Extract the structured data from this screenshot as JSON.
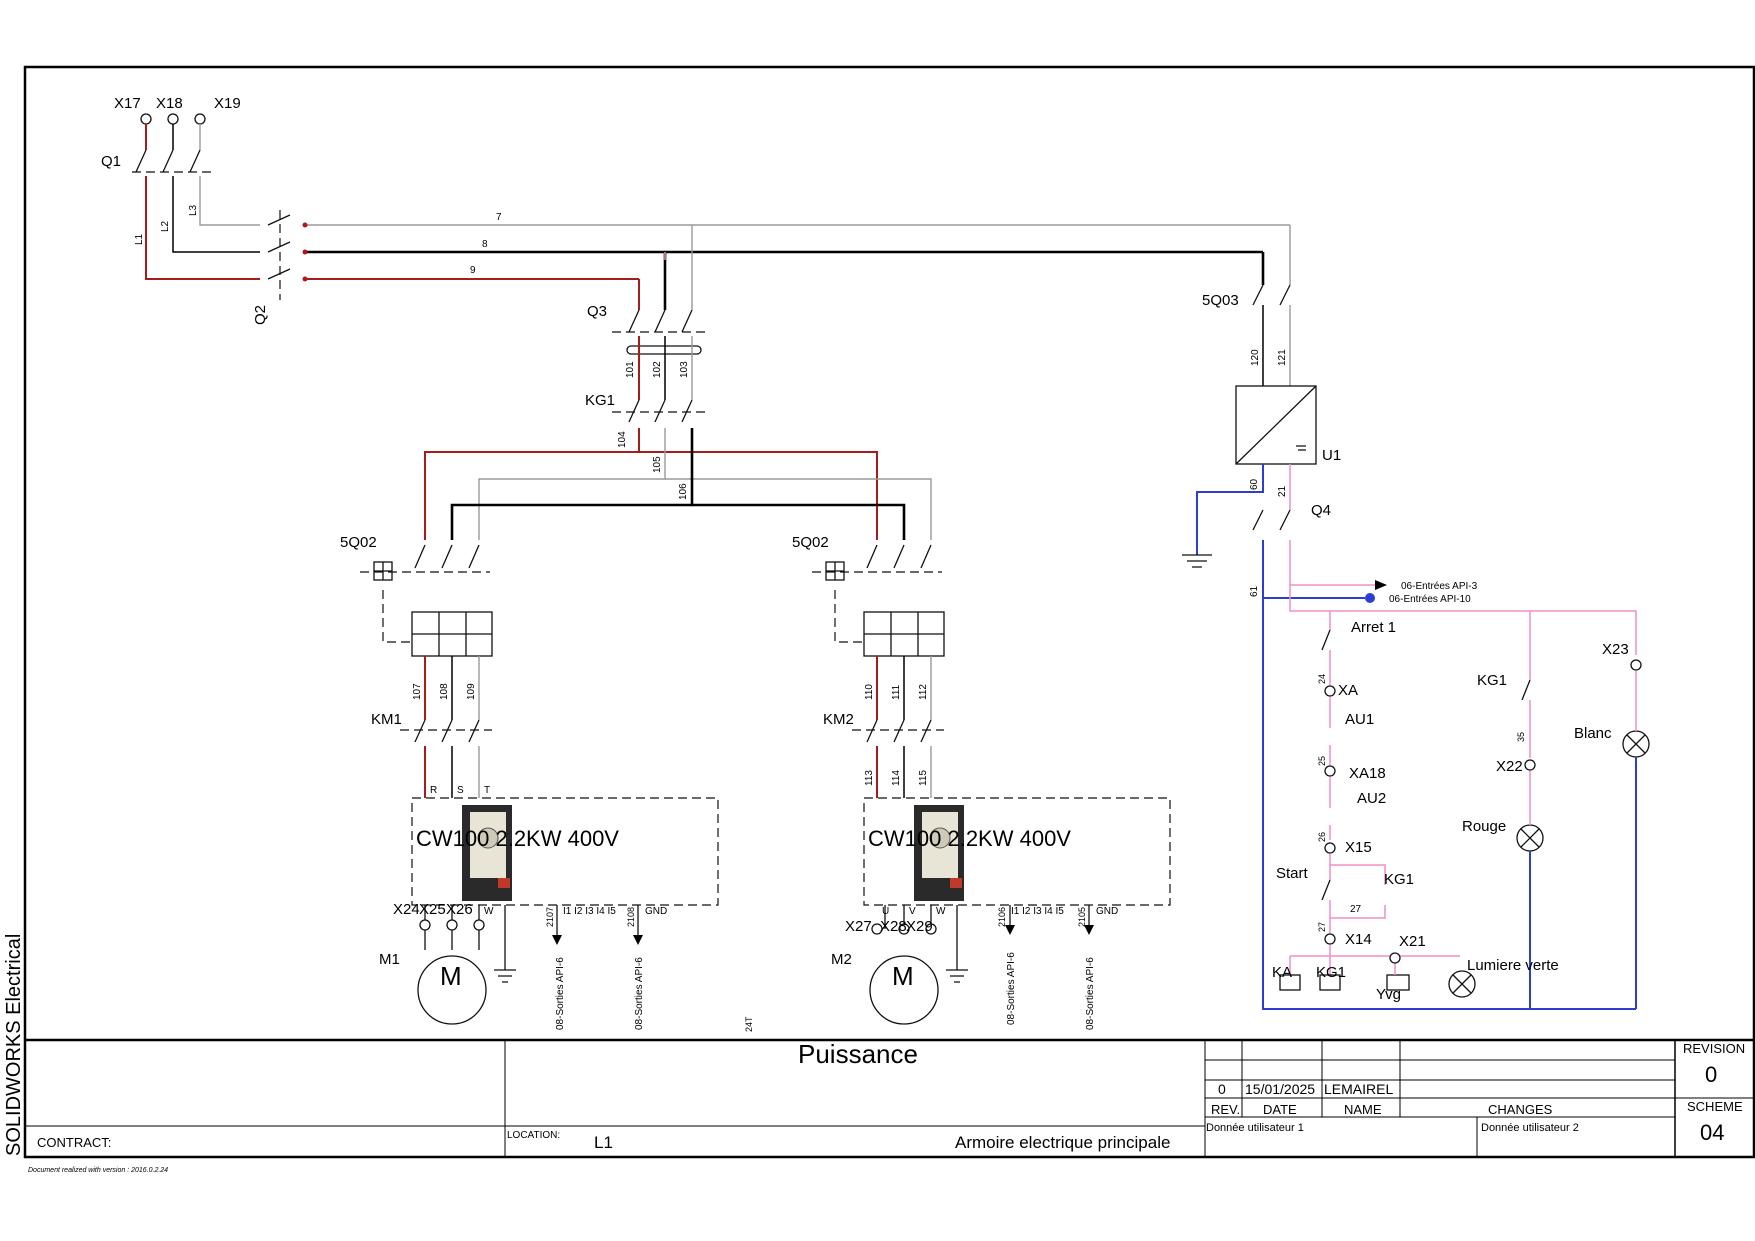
{
  "side_title": "SOLIDWORKS Electrical",
  "footer_version": "Document realized with version : 2016.0.2.24",
  "title_block": {
    "title": "Puissance",
    "contract_label": "CONTRACT:",
    "location_label": "LOCATION:",
    "location_value": "L1",
    "description": "Armoire electrique principale",
    "rev_value": "0",
    "date_value": "15/01/2025",
    "name_value": "LEMAIREL",
    "rev_header": "REV.",
    "date_header": "DATE",
    "name_header": "NAME",
    "changes_header": "CHANGES",
    "user_data_1": "Donnée utilisateur 1",
    "user_data_2": "Donnée utilisateur 2",
    "revision_label": "REVISION",
    "revision_value": "0",
    "scheme_label": "SCHEME",
    "scheme_value": "04"
  },
  "components": {
    "x17": "X17",
    "x18": "X18",
    "x19": "X19",
    "q1": "Q1",
    "q2": "Q2",
    "q3": "Q3",
    "q4": "Q4",
    "kg1_main": "KG1",
    "kg1_ctrl_a": "KG1",
    "kg1_ctrl_b": "KG1",
    "kg1_coil": "KG1",
    "sq02_a": "5Q02",
    "sq02_b": "5Q02",
    "sq03": "5Q03",
    "km1": "KM1",
    "km2": "KM2",
    "u1": "U1",
    "m1": "M1",
    "m2": "M2",
    "motor_symbol_1": "M",
    "motor_symbol_2": "M",
    "drive_1": "CW100 2.2KW 400V",
    "drive_2": "CW100 2.2KW 400V",
    "x24": "X24",
    "x25": "X25",
    "x26": "X26",
    "x27": "X27",
    "x28": "X28",
    "x29": "X29",
    "arret": "Arret 1",
    "xa": "XA",
    "au1": "AU1",
    "xa18": "XA18",
    "au2": "AU2",
    "x15": "X15",
    "start": "Start",
    "x14": "X14",
    "x21": "X21",
    "x22": "X22",
    "x23": "X23",
    "ka": "KA",
    "yvg": "Yvg",
    "lamp_green": "Lumiere verte",
    "lamp_red": "Rouge",
    "lamp_white": "Blanc",
    "api_in_3": "06-Entrées API-3",
    "api_in_10": "06-Entrées API-10",
    "api_out_1": "08-Sorties API-6",
    "api_out_2": "08-Sorties API-6",
    "api_out_3": "08-Sorties API-6",
    "api_out_4": "08-Sorties API-6",
    "phase_l1": "L1",
    "phase_l2": "L2",
    "phase_l3": "L3"
  },
  "wire_numbers": {
    "w7": "7",
    "w8": "8",
    "w9": "9",
    "w101": "101",
    "w102": "102",
    "w103": "103",
    "w104": "104",
    "w105": "105",
    "w106": "106",
    "w107": "107",
    "w108": "108",
    "w109": "109",
    "w110": "110",
    "w111": "111",
    "w112": "112",
    "w113": "113",
    "w114": "114",
    "w115": "115",
    "w120": "120",
    "w121": "121",
    "w60": "60",
    "w21": "21",
    "w61": "61",
    "w24": "24",
    "w25": "25",
    "w26": "26",
    "w27a": "27",
    "w27b": "27",
    "w35": "35",
    "w2107": "2107",
    "w2108": "2108",
    "w2106": "2106",
    "w2105": "2105",
    "w24t": "24T"
  },
  "drive_terminals": {
    "r": "R",
    "s": "S",
    "t": "T",
    "u": "U",
    "v": "V",
    "w": "W",
    "inputs": "I1 I2 I3 I4 I5",
    "gnd": "GND"
  },
  "colors": {
    "phase_l1": "#a61c1c",
    "phase_l2": "#000000",
    "phase_l3": "#9a9a9a",
    "control": "#ef8fc9",
    "neutral": "#2a3fd0",
    "terminal_dot": "#b01818"
  }
}
